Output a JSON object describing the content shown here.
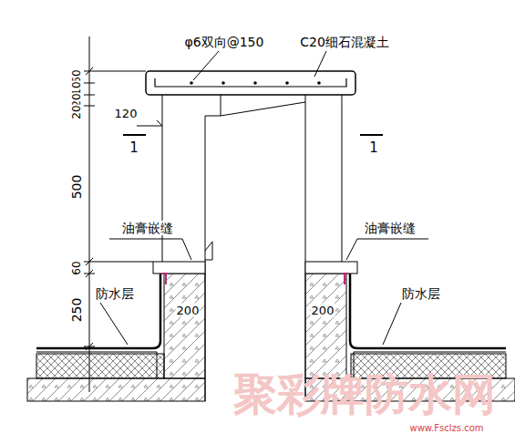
{
  "diagram": {
    "labels": [
      "φ6双向@150",
      "C20细石混凝土",
      "60",
      "10",
      "20",
      "20",
      "120",
      "1",
      "1",
      "500",
      "油膏嵌缝",
      "油膏嵌缝",
      "60",
      "250",
      "防水层",
      "防水层",
      "200",
      "200",
      "聚彩牌防水网",
      "www.Fsclzs.com"
    ]
  }
}
